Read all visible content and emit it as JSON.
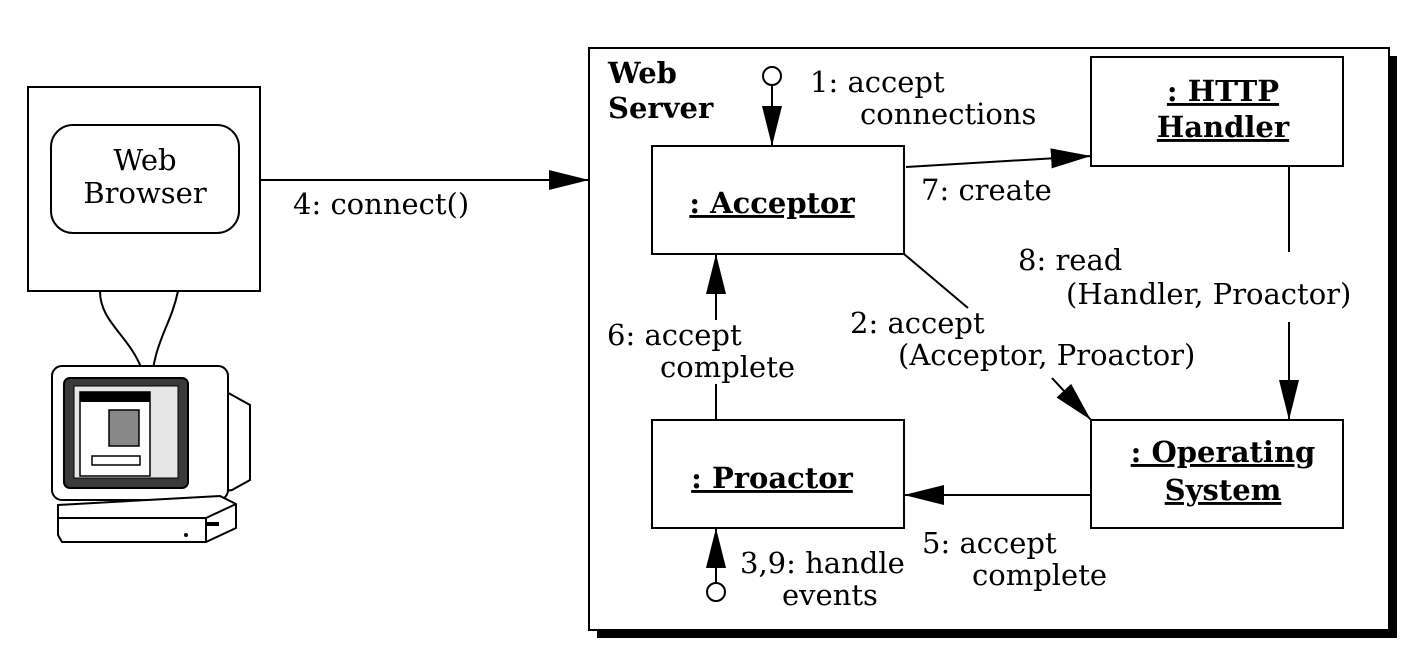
{
  "browser_window": {
    "title_line1": "Web",
    "title_line2": "Browser"
  },
  "server": {
    "title_line1": "Web",
    "title_line2": "Server"
  },
  "objects": {
    "acceptor": ": Acceptor",
    "http_handler_line1": ": HTTP",
    "http_handler_line2": "Handler",
    "proactor": ": Proactor",
    "os_line1": ": Operating",
    "os_line2": "System"
  },
  "messages": {
    "m1_line1": "1: accept",
    "m1_line2": "connections",
    "m2_line1": "2: accept",
    "m2_line2": "(Acceptor, Proactor)",
    "m39_line1": "3,9: handle",
    "m39_line2": "events",
    "m4": "4: connect()",
    "m5_line1": "5: accept",
    "m5_line2": "complete",
    "m6_line1": "6: accept",
    "m6_line2": "complete",
    "m7": "7: create",
    "m8_line1": "8: read",
    "m8_line2": "(Handler, Proactor)"
  }
}
